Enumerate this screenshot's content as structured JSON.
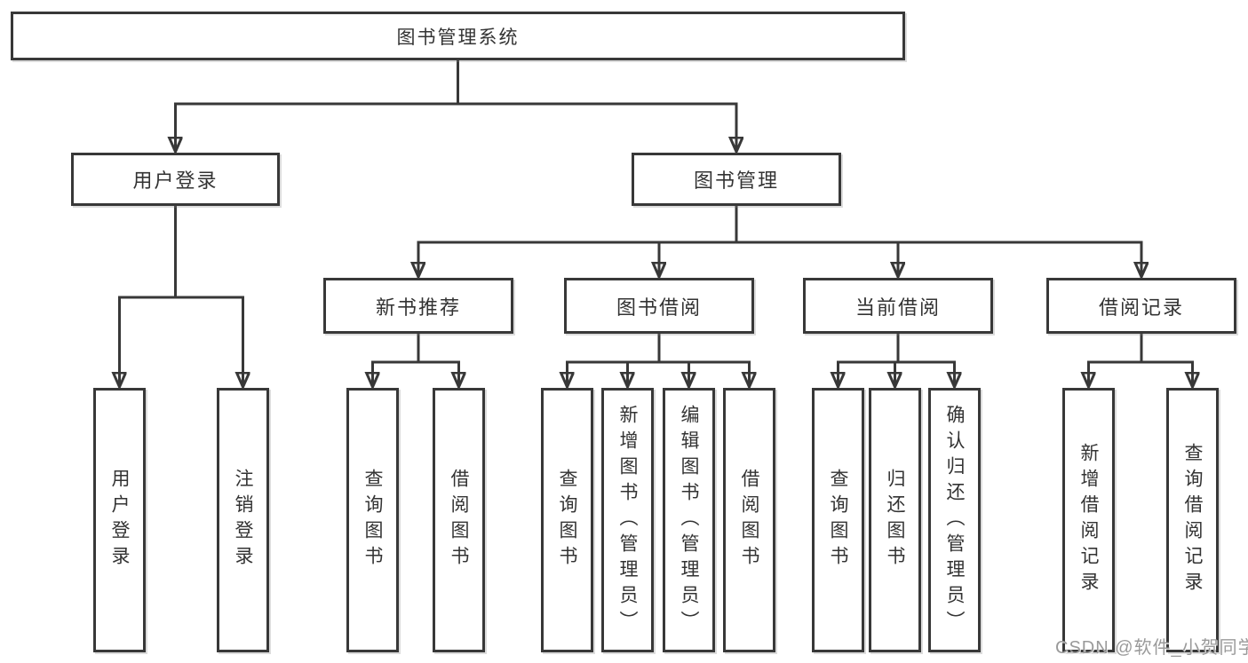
{
  "diagram": {
    "title": "图书管理系统",
    "watermark": "CSDN @软件_小贺同学",
    "colors": {
      "line": "#383838",
      "box_border": "#383838",
      "text": "#333333",
      "background": "#ffffff",
      "watermark": "#9a9a9a"
    },
    "nodes": {
      "root": "图书管理系统",
      "user_login": "用户登录",
      "book_management": "图书管理",
      "new_book_recommendation": "新书推荐",
      "book_borrowing": "图书借阅",
      "current_borrowing": "当前借阅",
      "borrowing_records": "借阅记录",
      "leaf_user_login": "用户登录",
      "leaf_logout": "注销登录",
      "leaf_nb_query_books": "查询图书",
      "leaf_nb_borrow_books": "借阅图书",
      "leaf_bb_query_books": "查询图书",
      "leaf_bb_add_books_admin": "新增图书（管理员）",
      "leaf_bb_edit_books_admin": "编辑图书（管理员）",
      "leaf_bb_borrow_books": "借阅图书",
      "leaf_cb_query_books": "查询图书",
      "leaf_cb_return_books": "归还图书",
      "leaf_cb_confirm_return_admin": "确认归还（管理员）",
      "leaf_br_add_record": "新增借阅记录",
      "leaf_br_query_record": "查询借阅记录"
    },
    "hierarchy": {
      "图书管理系统": [
        "用户登录",
        "图书管理"
      ],
      "用户登录": [
        "用户登录",
        "注销登录"
      ],
      "图书管理": [
        "新书推荐",
        "图书借阅",
        "当前借阅",
        "借阅记录"
      ],
      "新书推荐": [
        "查询图书",
        "借阅图书"
      ],
      "图书借阅": [
        "查询图书",
        "新增图书（管理员）",
        "编辑图书（管理员）",
        "借阅图书"
      ],
      "当前借阅": [
        "查询图书",
        "归还图书",
        "确认归还（管理员）"
      ],
      "借阅记录": [
        "新增借阅记录",
        "查询借阅记录"
      ]
    }
  }
}
